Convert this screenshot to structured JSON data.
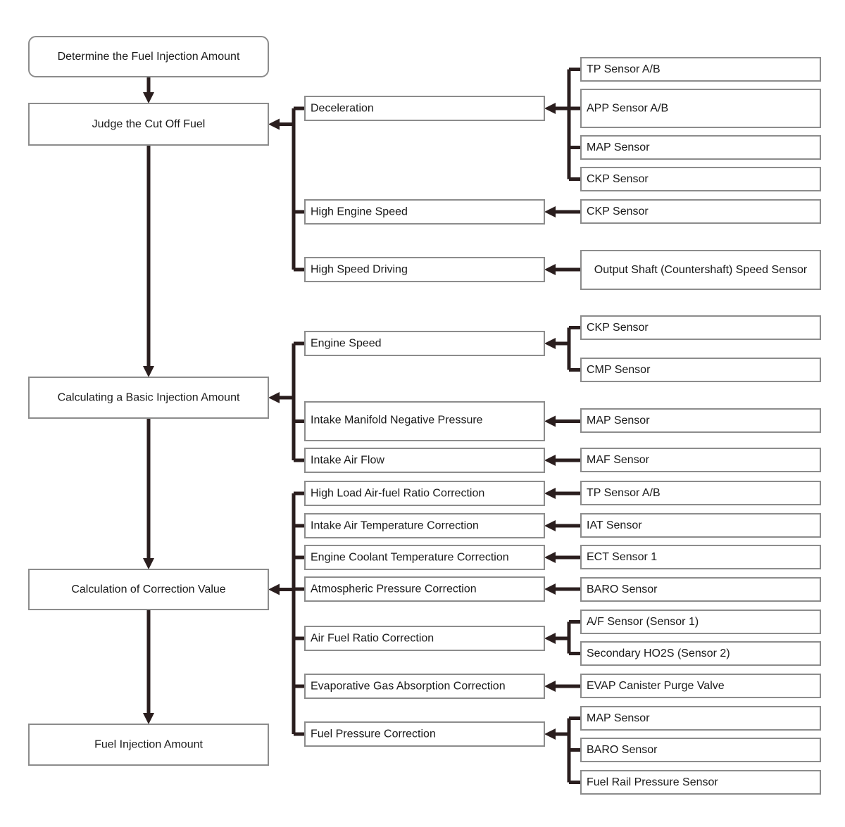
{
  "main_steps": [
    "Determine the Fuel Injection Amount",
    "Judge the Cut Off Fuel",
    "Calculating a Basic Injection Amount",
    "Calculation of Correction Value",
    "Fuel Injection Amount"
  ],
  "groups": [
    {
      "step": "Judge the Cut Off Fuel",
      "conditions": [
        {
          "label": "Deceleration",
          "sensors": [
            "TP Sensor A/B",
            "APP Sensor A/B",
            "MAP Sensor",
            "CKP Sensor"
          ]
        },
        {
          "label": "High Engine Speed",
          "sensors": [
            "CKP Sensor"
          ]
        },
        {
          "label": "High Speed Driving",
          "sensors": [
            "Output Shaft (Countershaft) Speed Sensor"
          ]
        }
      ]
    },
    {
      "step": "Calculating a Basic Injection Amount",
      "conditions": [
        {
          "label": "Engine Speed",
          "sensors": [
            "CKP Sensor",
            "CMP Sensor"
          ]
        },
        {
          "label": "Intake Manifold Negative Pressure",
          "sensors": [
            "MAP Sensor"
          ]
        },
        {
          "label": "Intake Air Flow",
          "sensors": [
            "MAF Sensor"
          ]
        }
      ]
    },
    {
      "step": "Calculation of Correction Value",
      "conditions": [
        {
          "label": "High Load Air-fuel Ratio Correction",
          "sensors": [
            "TP Sensor A/B"
          ]
        },
        {
          "label": "Intake Air Temperature Correction",
          "sensors": [
            "IAT Sensor"
          ]
        },
        {
          "label": "Engine Coolant Temperature Correction",
          "sensors": [
            "ECT Sensor 1"
          ]
        },
        {
          "label": "Atmospheric Pressure Correction",
          "sensors": [
            "BARO Sensor"
          ]
        },
        {
          "label": "Air Fuel Ratio Correction",
          "sensors": [
            "A/F Sensor (Sensor 1)",
            "Secondary HO2S (Sensor 2)"
          ]
        },
        {
          "label": "Evaporative Gas Absorption Correction",
          "sensors": [
            "EVAP Canister Purge Valve"
          ]
        },
        {
          "label": "Fuel Pressure Correction",
          "sensors": [
            "MAP Sensor",
            "BARO Sensor",
            "Fuel Rail Pressure Sensor"
          ]
        }
      ]
    }
  ]
}
